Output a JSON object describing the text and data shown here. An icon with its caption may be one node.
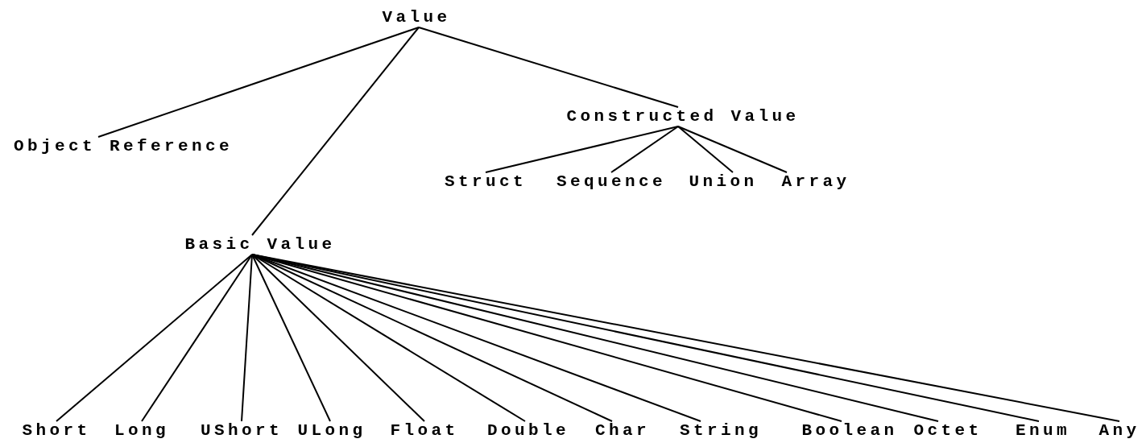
{
  "diagram": {
    "nodes": [
      {
        "text": [
          "Value"
        ]
      },
      {
        "text": [
          "Object Reference"
        ]
      },
      {
        "text": [
          "Constructed Value"
        ]
      },
      {
        "text": [
          "Basic Value"
        ]
      },
      {
        "text": [
          "Struct"
        ]
      },
      {
        "text": [
          "Sequence"
        ]
      },
      {
        "text": [
          "Union"
        ]
      },
      {
        "text": [
          "Array"
        ]
      },
      {
        "text": [
          "Short"
        ]
      },
      {
        "text": [
          "Long"
        ]
      },
      {
        "text": [
          "UShort"
        ]
      },
      {
        "text": [
          "ULong"
        ]
      },
      {
        "text": [
          "Float"
        ]
      },
      {
        "text": [
          "Double"
        ]
      },
      {
        "text": [
          "Char"
        ]
      },
      {
        "text": [
          "String"
        ]
      },
      {
        "text": [
          "Boolean"
        ]
      },
      {
        "text": [
          "Octet"
        ]
      },
      {
        "text": [
          "Enum"
        ]
      },
      {
        "text": [
          "Any"
        ]
      }
    ],
    "edges": [
      {
        "from": 0,
        "to": 1,
        "arrow": "none"
      },
      {
        "from": 0,
        "to": 2,
        "arrow": "none"
      },
      {
        "from": 0,
        "to": 3,
        "arrow": "none"
      },
      {
        "from": 2,
        "to": 4,
        "arrow": "none"
      },
      {
        "from": 2,
        "to": 5,
        "arrow": "none"
      },
      {
        "from": 2,
        "to": 6,
        "arrow": "none"
      },
      {
        "from": 2,
        "to": 7,
        "arrow": "none"
      },
      {
        "from": 3,
        "to": 8,
        "arrow": "none"
      },
      {
        "from": 3,
        "to": 9,
        "arrow": "none"
      },
      {
        "from": 3,
        "to": 10,
        "arrow": "none"
      },
      {
        "from": 3,
        "to": 11,
        "arrow": "none"
      },
      {
        "from": 3,
        "to": 12,
        "arrow": "none"
      },
      {
        "from": 3,
        "to": 13,
        "arrow": "none"
      },
      {
        "from": 3,
        "to": 14,
        "arrow": "none"
      },
      {
        "from": 3,
        "to": 15,
        "arrow": "none"
      },
      {
        "from": 3,
        "to": 16,
        "arrow": "none"
      },
      {
        "from": 3,
        "to": 17,
        "arrow": "none"
      },
      {
        "from": 3,
        "to": 18,
        "arrow": "none"
      },
      {
        "from": 3,
        "to": 19,
        "arrow": "none"
      }
    ]
  }
}
